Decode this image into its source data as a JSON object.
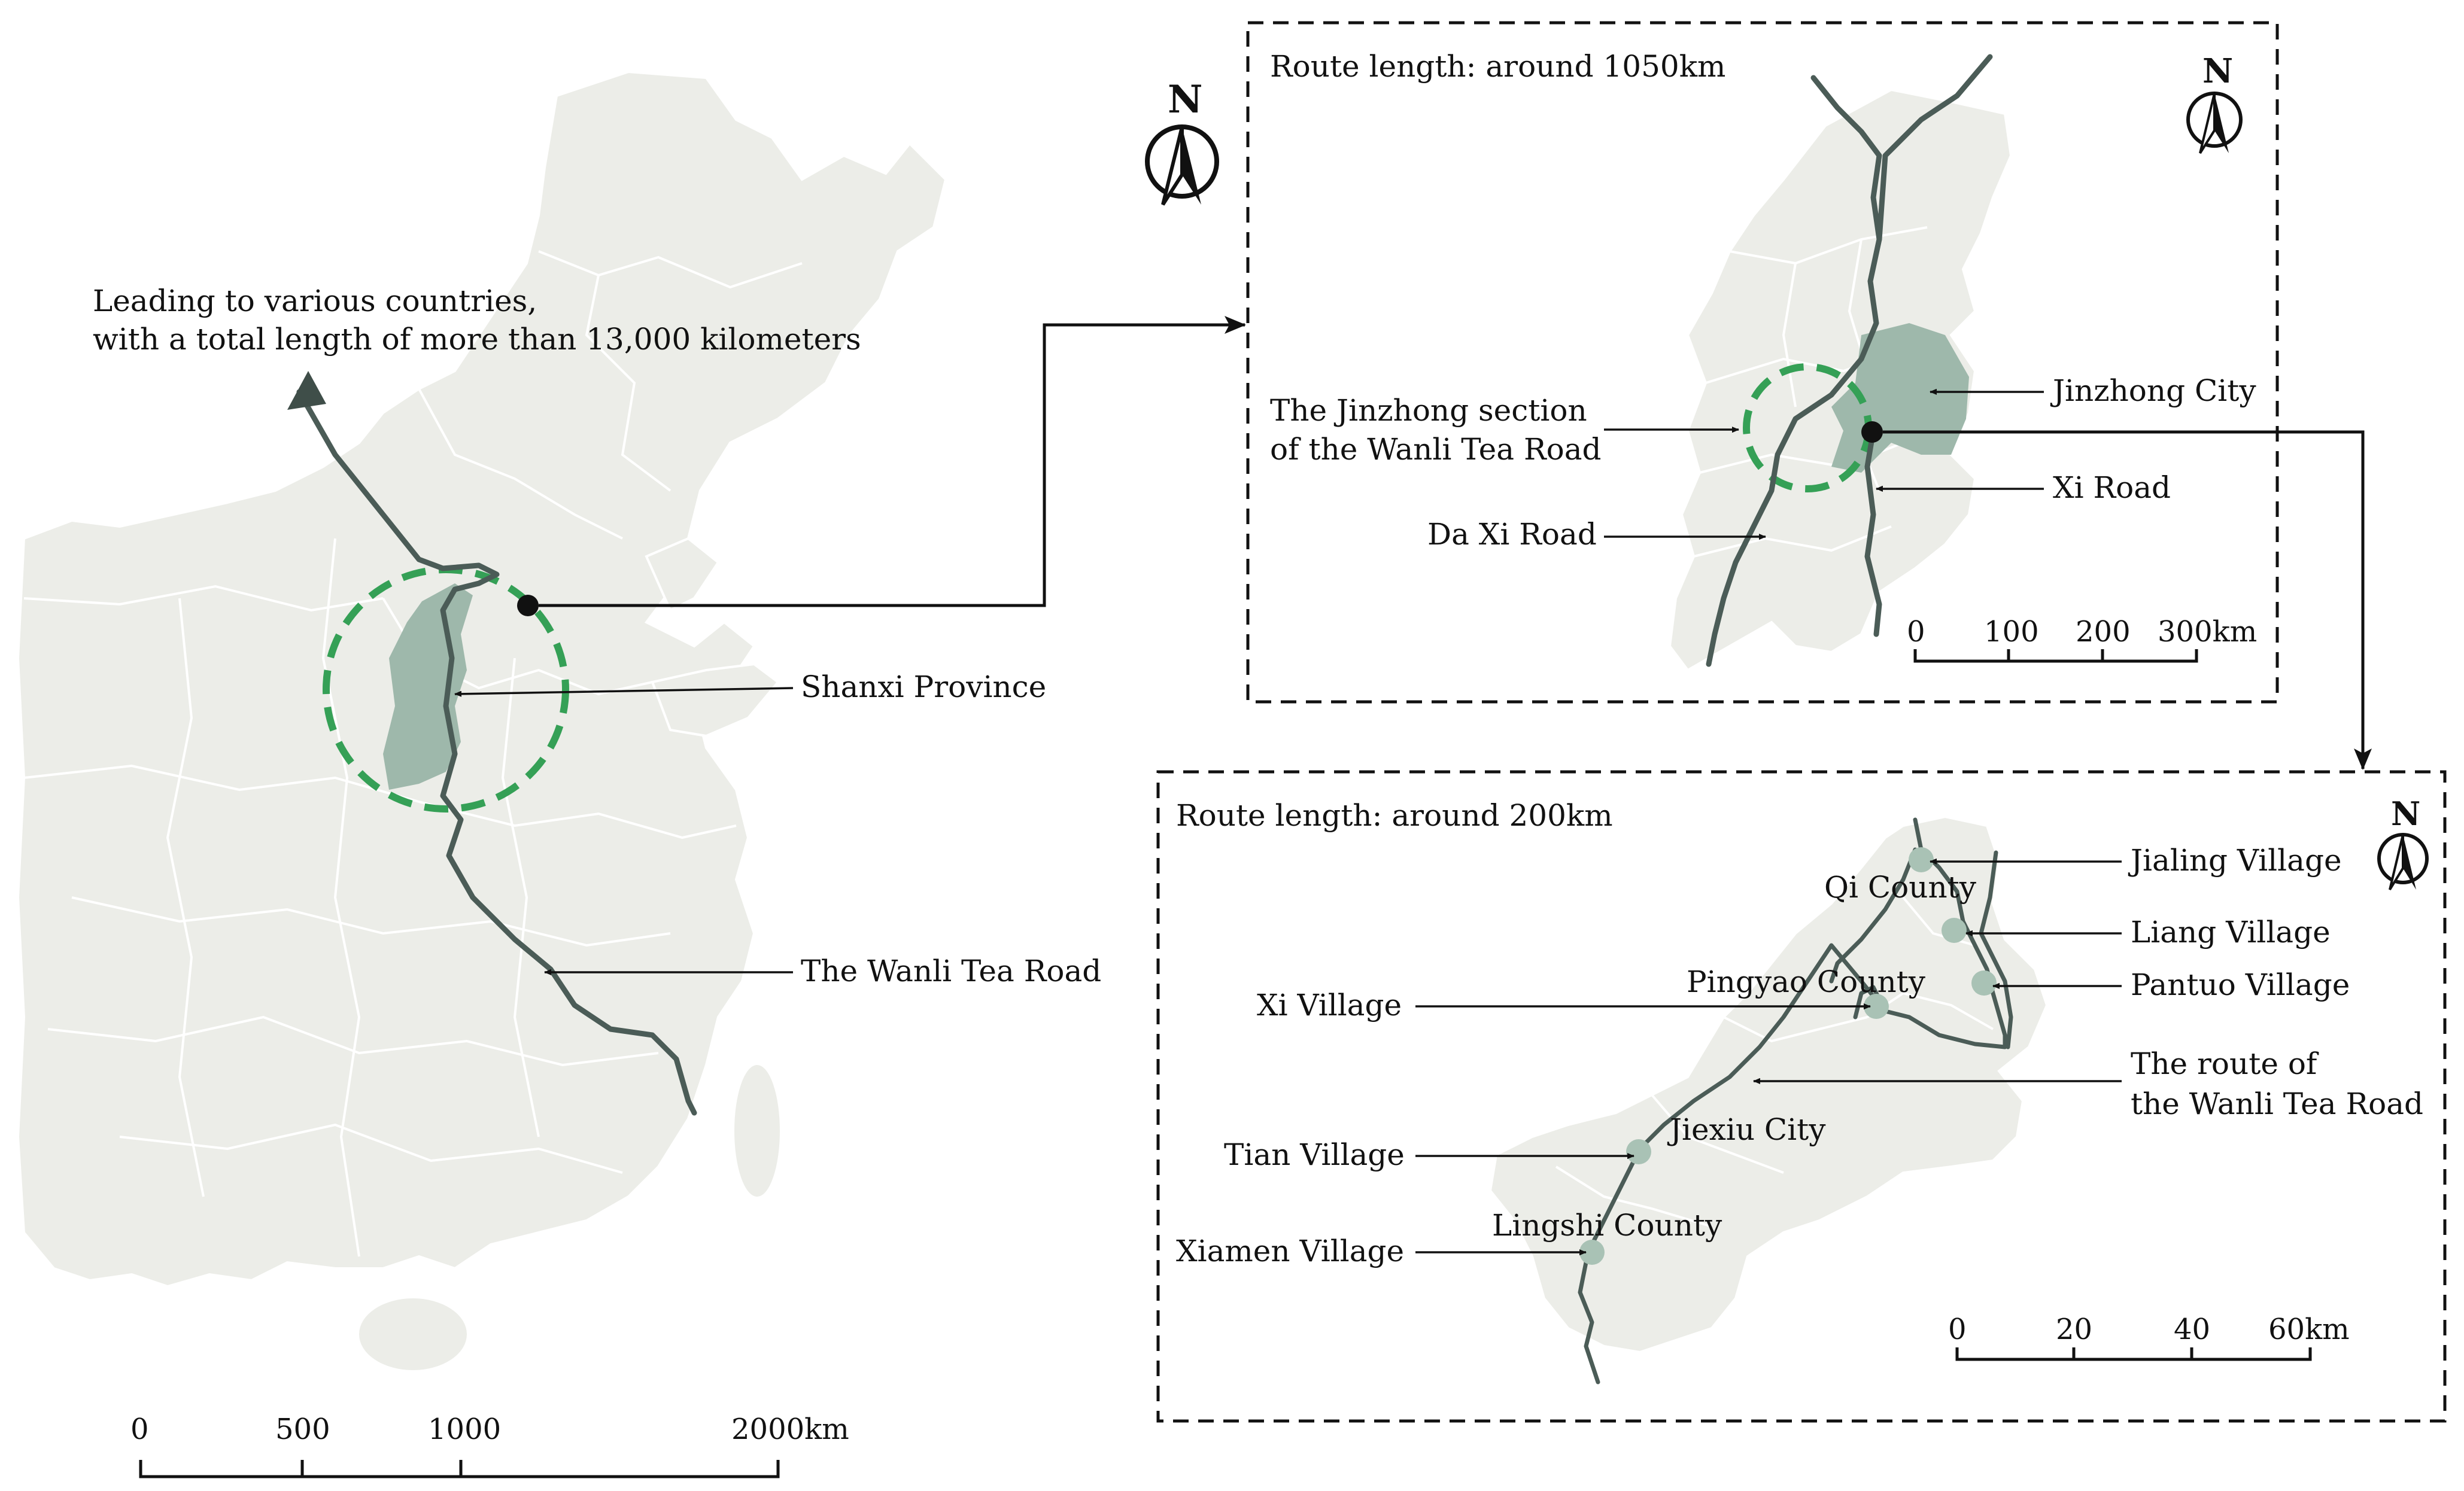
{
  "colors": {
    "land": "#ecede8",
    "highlight": "#9eb8ab",
    "road": "#4b5c57",
    "circle": "#35a056",
    "village_dot": "#a9c2b5",
    "text": "#111111"
  },
  "main_map": {
    "labels": {
      "leading_line1": "Leading to various countries,",
      "leading_line2": "with a total length of more than 13,000 kilometers",
      "shanxi": "Shanxi Province",
      "wanli_road": "The Wanli Tea Road"
    },
    "scale_bar": [
      "0",
      "500",
      "1000",
      "2000km"
    ]
  },
  "inset_top": {
    "route_length": "Route length: around 1050km",
    "north": "N",
    "labels": {
      "jinzhong_section_line1": "The Jinzhong section",
      "jinzhong_section_line2": "of the Wanli Tea Road",
      "da_xi_road": "Da Xi Road",
      "jinzhong_city": "Jinzhong City",
      "xi_road": "Xi Road"
    },
    "scale_bar": [
      "0",
      "100",
      "200",
      "300km"
    ]
  },
  "inset_bottom": {
    "route_length": "Route length: around 200km",
    "north": "N",
    "places": {
      "qi_county": "Qi County",
      "pingyao_county": "Pingyao County",
      "jiexiu_city": "Jiexiu City",
      "lingshi_county": "Lingshi County"
    },
    "labels": {
      "jialing": "Jialing Village",
      "liang": "Liang Village",
      "pantuo": "Pantuo Village",
      "xi_village": "Xi Village",
      "route_line1": "The route of",
      "route_line2": "the Wanli Tea Road",
      "tian": "Tian Village",
      "xiamen": "Xiamen Village"
    },
    "scale_bar": [
      "0",
      "20",
      "40",
      "60km"
    ]
  },
  "north_main": "N"
}
